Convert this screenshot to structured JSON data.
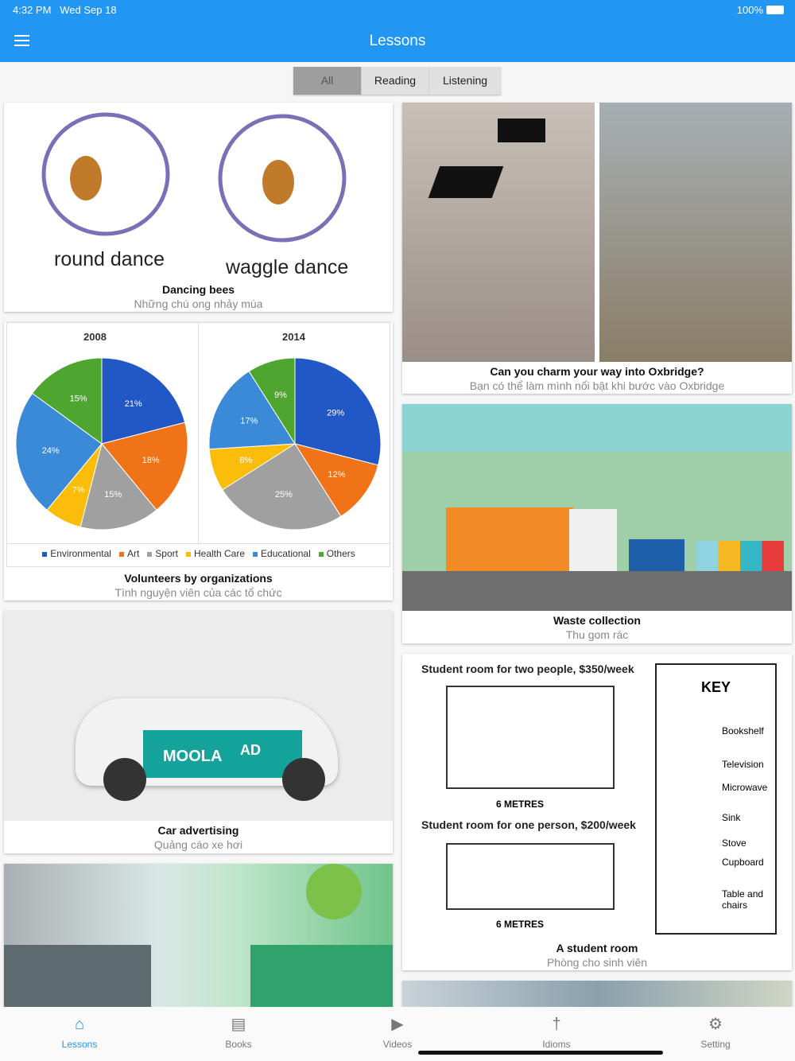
{
  "status": {
    "time": "4:32 PM",
    "date": "Wed Sep 18",
    "battery": "100%"
  },
  "header": {
    "title": "Lessons"
  },
  "filters": [
    {
      "label": "All",
      "active": true
    },
    {
      "label": "Reading"
    },
    {
      "label": "Listening"
    }
  ],
  "lessons": {
    "bees": {
      "title": "Dancing bees",
      "subtitle": "Những chú ong nhảy múa",
      "labels": [
        "round dance",
        "waggle dance"
      ]
    },
    "volunteers": {
      "title": "Volunteers by organizations",
      "subtitle": "Tình nguyện viên của các tổ chức"
    },
    "car": {
      "title": "Car advertising",
      "subtitle": "Quảng cáo xe hơi",
      "brand": "MOOLA",
      "ad": "AD"
    },
    "oxbridge": {
      "title": "Can you charm your way into Oxbridge?",
      "subtitle": "Bạn có thể làm mình nổi bật khi bước vào Oxbridge"
    },
    "waste": {
      "title": "Waste collection",
      "subtitle": "Thu gom rác"
    },
    "room": {
      "title": "A student room",
      "subtitle": "Phòng cho sinh viên",
      "heading1": "Student room for two people, $350/week",
      "heading2": "Student room for one person, $200/week",
      "metres": "6 METRES",
      "key": "KEY",
      "key_items": [
        "Bookshelf",
        "Television",
        "Microwave",
        "Sink",
        "Stove",
        "Cupboard",
        "Table and chairs"
      ]
    }
  },
  "chart_data": [
    {
      "type": "pie",
      "title": "2008",
      "categories": [
        "Environmental",
        "Art",
        "Sport",
        "Health Care",
        "Educational",
        "Others"
      ],
      "values": [
        21,
        18,
        15,
        7,
        24,
        15
      ]
    },
    {
      "type": "pie",
      "title": "2014",
      "categories": [
        "Environmental",
        "Art",
        "Sport",
        "Health Care",
        "Educational",
        "Others"
      ],
      "values": [
        29,
        12,
        25,
        8,
        17,
        9
      ]
    }
  ],
  "colors": [
    "#2257c6",
    "#f07318",
    "#a0a0a0",
    "#fbbd0a",
    "#3a8ad8",
    "#4ea52f"
  ],
  "tabs": [
    {
      "label": "Lessons",
      "icon": "home-icon"
    },
    {
      "label": "Books",
      "icon": "books-icon"
    },
    {
      "label": "Videos",
      "icon": "videos-icon"
    },
    {
      "label": "Idioms",
      "icon": "person-icon"
    },
    {
      "label": "Setting",
      "icon": "gear-icon"
    }
  ]
}
